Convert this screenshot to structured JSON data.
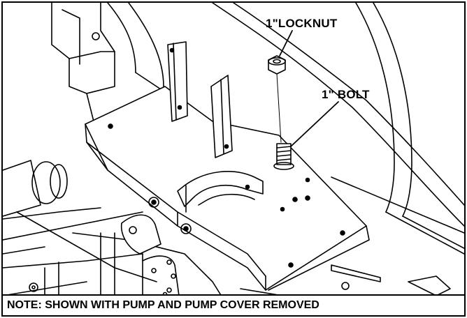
{
  "callouts": {
    "locknut": "1\"LOCKNUT",
    "bolt": "1\" BOLT"
  },
  "note": "NOTE: SHOWN WITH PUMP AND PUMP COVER REMOVED"
}
